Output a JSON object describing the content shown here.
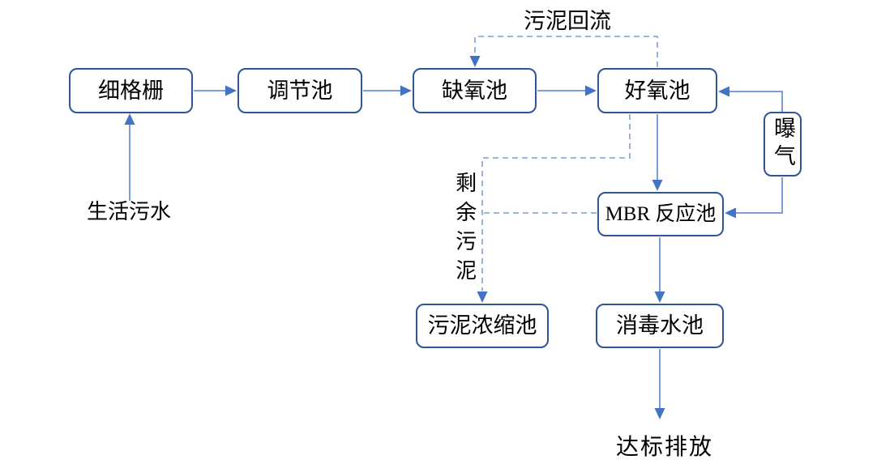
{
  "diagram": {
    "type": "flowchart",
    "language": "zh-CN",
    "nodes": {
      "fine_screen": "细格栅",
      "regulating_tank": "调节池",
      "anoxic_tank": "缺氧池",
      "aerobic_tank": "好氧池",
      "aeration": "曝气",
      "mbr_reactor": "MBR 反应池",
      "sludge_thickening_tank": "污泥浓缩池",
      "disinfection_tank": "消毒水池"
    },
    "labels": {
      "influent": "生活污水",
      "sludge_return": "污泥回流",
      "excess_sludge": "剩余污泥",
      "discharge": "达标排放"
    },
    "edges": [
      {
        "from": "influent",
        "to": "fine_screen",
        "style": "solid"
      },
      {
        "from": "fine_screen",
        "to": "regulating_tank",
        "style": "solid"
      },
      {
        "from": "regulating_tank",
        "to": "anoxic_tank",
        "style": "solid"
      },
      {
        "from": "anoxic_tank",
        "to": "aerobic_tank",
        "style": "solid"
      },
      {
        "from": "aeration",
        "to": "aerobic_tank",
        "style": "solid"
      },
      {
        "from": "aerobic_tank",
        "to": "mbr_reactor",
        "style": "solid"
      },
      {
        "from": "aeration",
        "to": "mbr_reactor",
        "style": "solid"
      },
      {
        "from": "mbr_reactor",
        "to": "disinfection_tank",
        "style": "solid"
      },
      {
        "from": "disinfection_tank",
        "to": "discharge",
        "style": "solid"
      },
      {
        "from": "aerobic_tank",
        "to": "anoxic_tank",
        "style": "dashed",
        "label": "污泥回流"
      },
      {
        "from": "aerobic_tank",
        "to": "sludge_thickening_tank",
        "style": "dashed",
        "label": "剩余污泥"
      },
      {
        "from": "mbr_reactor",
        "to": "sludge_thickening_tank",
        "style": "dashed",
        "label": "剩余污泥"
      }
    ],
    "colors": {
      "box_border": "#2E5597",
      "connector_line": "#7F9DDB",
      "arrowhead": "#4472C4",
      "text": "#000000",
      "background": "#FFFFFF"
    }
  }
}
